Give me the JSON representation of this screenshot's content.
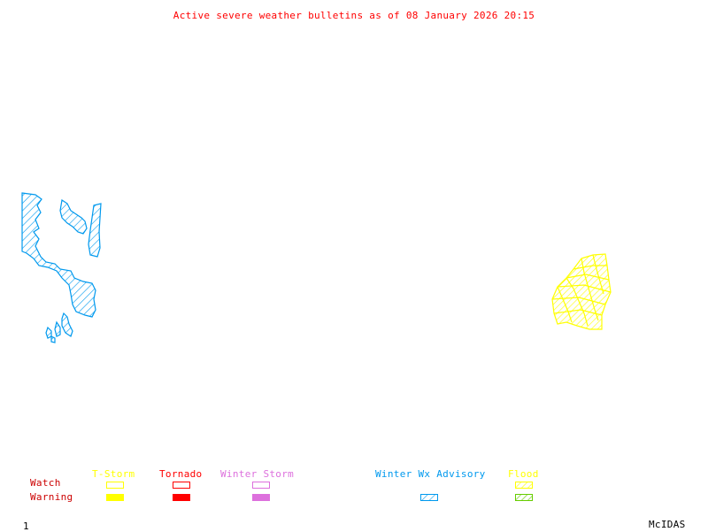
{
  "title": "Active severe weather bulletins as of 08 January 2026 20:15",
  "colors": {
    "title": "#ff0000",
    "tstorm": "#ffff00",
    "tornado": "#ff0000",
    "winter_storm": "#dd70dd",
    "winter_wx_advisory": "#0099ee",
    "flood": "#ffff00",
    "flood_warning": "#66cc00",
    "row_label": "#cc0000",
    "footer": "#000000"
  },
  "map": {
    "regions": [
      {
        "name": "winter-wx-advisory-region-west",
        "type": "Winter Wx Advisory",
        "color": "#0099ee"
      },
      {
        "name": "flood-watch-region-east",
        "type": "Flood Watch",
        "color": "#ffff00"
      }
    ]
  },
  "legend": {
    "row_labels": {
      "watch": "Watch",
      "warning": "Warning"
    },
    "categories": [
      {
        "key": "tstorm",
        "label": "T-Storm",
        "watch": "outline",
        "warning": "solid"
      },
      {
        "key": "tornado",
        "label": "Tornado",
        "watch": "outline",
        "warning": "solid"
      },
      {
        "key": "winter_storm",
        "label": "Winter Storm",
        "watch": "outline",
        "warning": "solid"
      },
      {
        "key": "winter_wx_advisory",
        "label": "Winter Wx Advisory",
        "watch": "none",
        "warning": "hatched"
      },
      {
        "key": "flood",
        "label": "Flood",
        "watch": "hatched",
        "warning": "hatched"
      }
    ]
  },
  "footer": {
    "frame_number": "1",
    "brand": "McIDAS"
  }
}
